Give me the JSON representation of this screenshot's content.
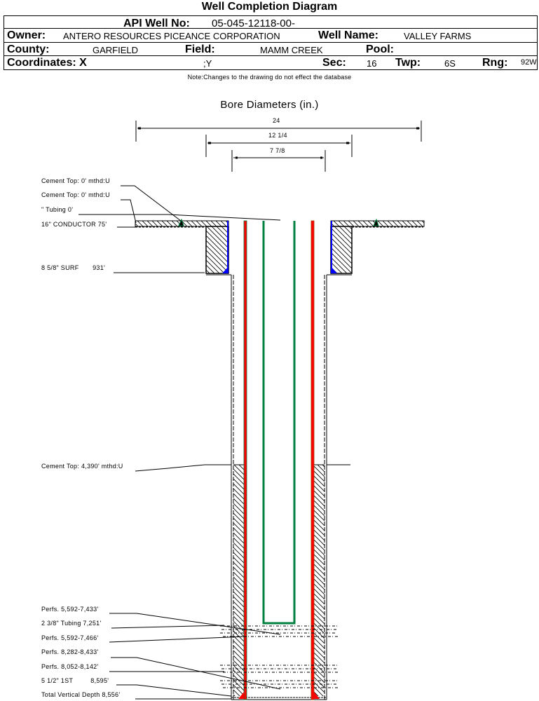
{
  "header": {
    "title": "Well Completion Diagram",
    "api_label": "API Well No:",
    "api_value": "05-045-12118-00-",
    "owner_label": "Owner:",
    "owner_value": "ANTERO RESOURCES PICEANCE CORPORATION",
    "well_name_label": "Well Name:",
    "well_name_value": "VALLEY FARMS",
    "county_label": "County:",
    "county_value": "GARFIELD",
    "field_label": "Field:",
    "field_value": "MAMM CREEK",
    "pool_label": "Pool:",
    "pool_value": "",
    "coords_label": "Coordinates: X",
    "coords_y": ";Y",
    "sec_label": "Sec:",
    "sec_value": "16",
    "twp_label": "Twp:",
    "twp_value": "6S",
    "rng_label": "Rng:",
    "rng_value": "92W",
    "note": "Note:Changes to the drawing do not effect the database"
  },
  "diagram": {
    "bore_title": "Bore Diameters (in.)",
    "bore_diameters": [
      "24",
      "12 1/4",
      "7 7/8"
    ],
    "labels": [
      "Cement Top: 0' mthd:U",
      "Cement Top: 0' mthd:U",
      "\" Tubing 0'",
      "16\" CONDUCTOR  75'",
      "8 5/8\" SURF       931'",
      "Cement Top: 4,390' mthd:U",
      "Perfs. 5,592-7,433'",
      "2 3/8\" Tubing 7,251'",
      "Perfs. 5,592-7,466'",
      "Perfs. 8,282-8,433'",
      "Perfs. 8,052-8,142'",
      "5 1/2\" 1ST         8,595'",
      "Total Vertical Depth 8,556'"
    ],
    "colors": {
      "casing_red": "#ff0000",
      "casing_green": "#008040",
      "tubing_brown": "#a04000",
      "cement_blue": "#0000ff"
    }
  }
}
